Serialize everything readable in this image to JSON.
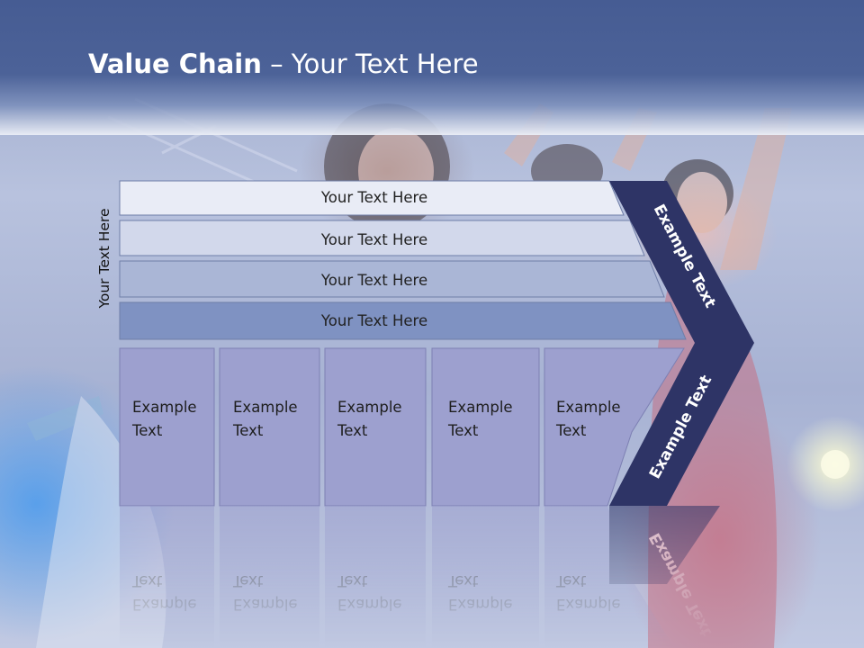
{
  "slide": {
    "title_bold": "Value Chain",
    "title_rest": " – Your Text Here",
    "side_label": "Your Text Here"
  },
  "rows": [
    {
      "label": "Your Text Here",
      "color": "#e9ecf6"
    },
    {
      "label": "Your Text Here",
      "color": "#d2d8eb"
    },
    {
      "label": "Your Text Here",
      "color": "#aab6d6"
    },
    {
      "label": "Your Text Here",
      "color": "#7f92c2"
    }
  ],
  "columns": [
    {
      "line1": "Example",
      "line2": "Text"
    },
    {
      "line1": "Example",
      "line2": "Text"
    },
    {
      "line1": "Example",
      "line2": "Text"
    },
    {
      "line1": "Example",
      "line2": "Text"
    },
    {
      "line1": "Example",
      "line2": "Text"
    }
  ],
  "chevron": {
    "upper": "Example Text",
    "lower": "Example Text",
    "color": "#2e3466"
  },
  "colors": {
    "column_fill": "#9da0cf",
    "title_band": "#465c93"
  }
}
